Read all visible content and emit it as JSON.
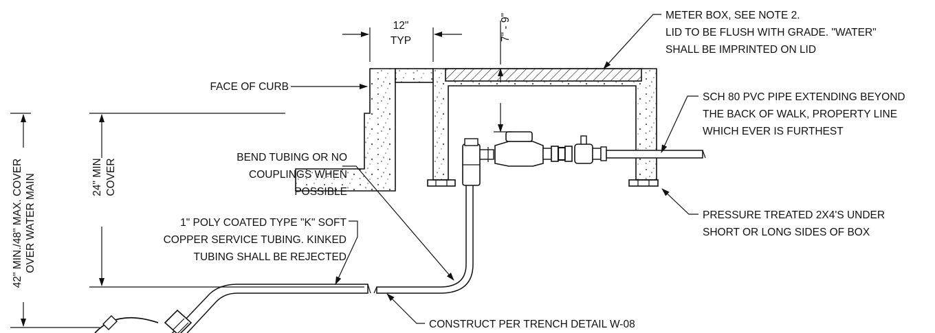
{
  "dimensions": {
    "curb_width": [
      "12\"",
      "TYP"
    ],
    "lid_depth": "7\" - 9\"",
    "min_cover": [
      "24\" MIN",
      "COVER"
    ],
    "main_cover": [
      "42\" MIN./48\" MAX. COVER",
      "OVER WATER MAIN"
    ]
  },
  "callouts": {
    "face_of_curb": [
      "FACE OF CURB"
    ],
    "meter_box": [
      "METER BOX, SEE NOTE 2.",
      "LID TO BE FLUSH WITH GRADE.  \"WATER\"",
      "SHALL BE IMPRINTED ON LID"
    ],
    "pvc_pipe": [
      "SCH 80 PVC PIPE EXTENDING BEYOND",
      "THE BACK OF WALK, PROPERTY LINE",
      "WHICH EVER IS FURTHEST"
    ],
    "bend_tubing": [
      "BEND TUBING OR NO",
      "COUPLINGS WHEN",
      "POSSIBLE"
    ],
    "copper_tubing": [
      "1\" POLY COATED TYPE \"K\"  SOFT",
      "COPPER SERVICE TUBING. KINKED",
      "TUBING SHALL BE REJECTED"
    ],
    "pressure_treated": [
      "PRESSURE TREATED 2X4'S UNDER",
      "SHORT OR LONG SIDES OF BOX"
    ],
    "trench_detail": [
      "CONSTRUCT PER TRENCH DETAIL W-08"
    ]
  }
}
